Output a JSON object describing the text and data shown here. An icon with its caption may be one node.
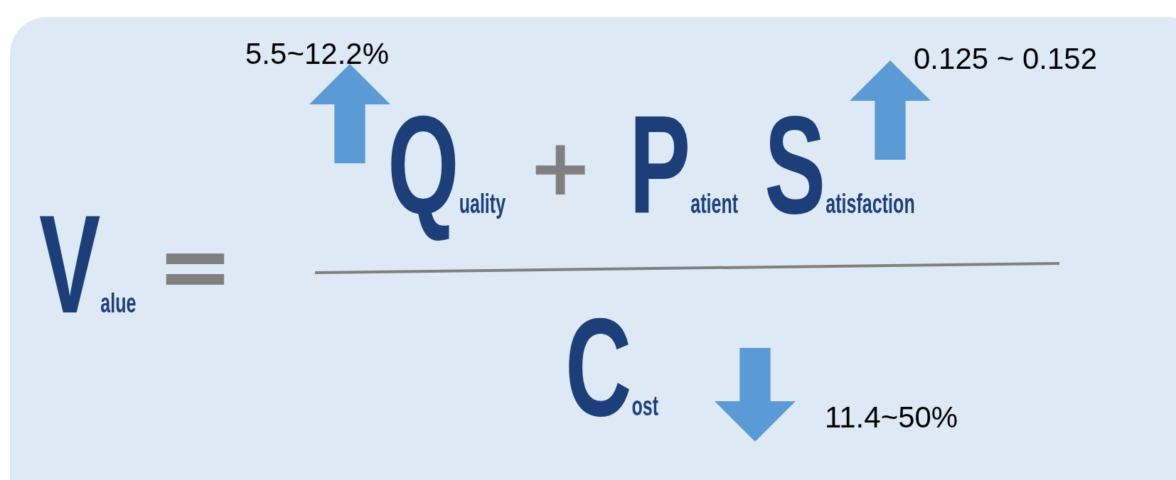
{
  "diagram": {
    "labels": [
      "5.5~12.2%",
      "0.125 ~ 0.152",
      "Quality",
      "+",
      "Patient",
      "Satisfaction",
      "Value",
      "=",
      "Cost",
      "11.4~50%"
    ]
  }
}
